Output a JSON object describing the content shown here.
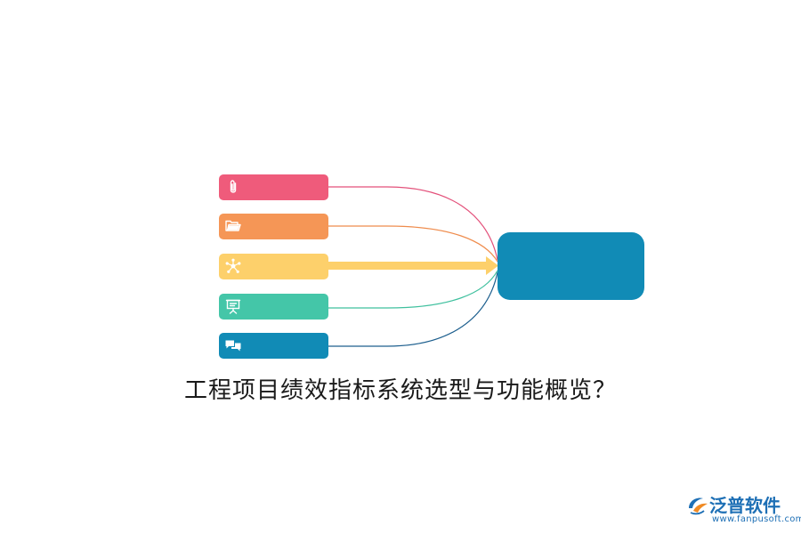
{
  "diagram": {
    "caption": "工程项目绩效指标系统选型与功能概览？",
    "center_color": "#118bb6",
    "nodes": [
      {
        "icon": "paperclip-icon",
        "color": "#ef5b7b",
        "line_color": "#e3507a"
      },
      {
        "icon": "folder-icon",
        "color": "#f59656",
        "line_color": "#ef8c4d"
      },
      {
        "icon": "network-icon",
        "color": "#fdd06b",
        "line_color": "#fdd06b"
      },
      {
        "icon": "presentation-board-icon",
        "color": "#44c6a8",
        "line_color": "#3fc09e"
      },
      {
        "icon": "chat-bubbles-icon",
        "color": "#118bb6",
        "line_color": "#1d5f8e"
      }
    ]
  },
  "logo": {
    "name": "泛普软件",
    "url": "www.fanpusoft.com",
    "color": "#1d6fb5"
  }
}
